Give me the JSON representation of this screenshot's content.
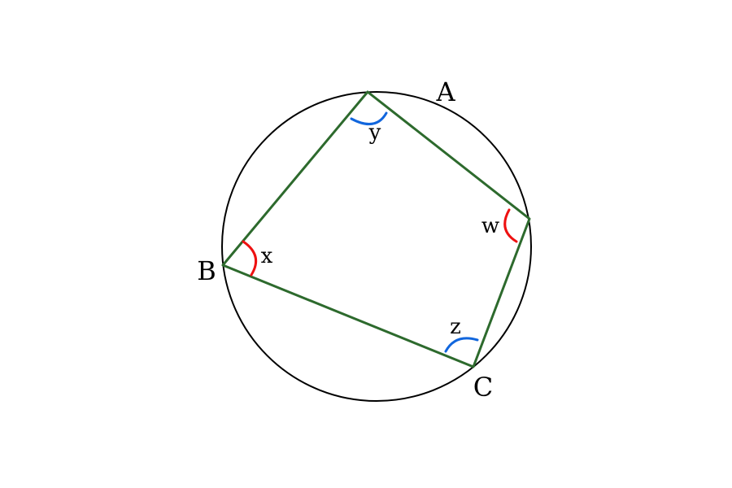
{
  "vertices": {
    "a": "A",
    "b": "B",
    "c": "C"
  },
  "angles": {
    "x": "x",
    "y": "y",
    "z": "z",
    "w": "w"
  },
  "colors": {
    "circle": "#000000",
    "quadrilateral": "#2d6a2d",
    "angle_red": "#ee1111",
    "angle_blue": "#1166dd",
    "text": "#000000"
  }
}
